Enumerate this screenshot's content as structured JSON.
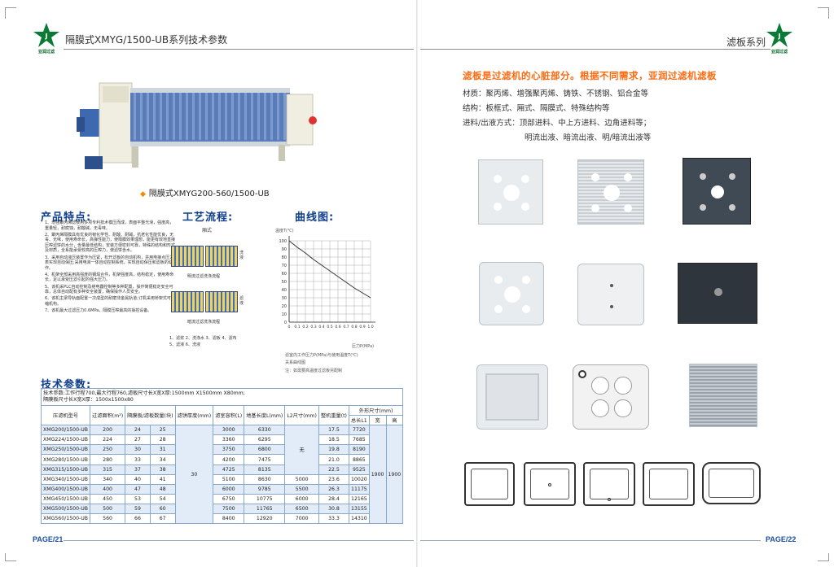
{
  "left_page": {
    "header_title": "隔膜式XMYG/1500-UB系列技术参数",
    "logo_text": "亚润过滤",
    "machine_caption": "隔膜式XMYG200-560/1500-UB",
    "page_number": "PAGE/21"
  },
  "features": {
    "title": "产品特点:",
    "items": [
      "1、增强聚丙烯滤板用多项专利技术模压而成，表面平整光滑，强度高，重量轻，耐腐蚀，耐酸碱，无毒味。",
      "2、聚丙烯隔膜具有优良的韧化学性、耐酸、耐碱，抗老化性能优良，无毒、无味，使用寿命长，高弹性能力，使隔膜效果理想，能更有效地直接压榨滤饼的水分，含量最低结构，安装方便密封可靠，特殊的结构和形式及材质，全系能承受较高的压榨力，使滤饼含水。",
      "3、采用自动液压装置作为压紧，松开滤板的自动机构，并用电接点压力表实现自动保压;采用电液一体自动控制系统，实现自动保压和滤板的动作。",
      "4、机架全部采用高强度的钢焊合件，机架强度高，结构稳定，使用寿命长，足以承受压滤引起的强大压力。",
      "5、该机采PLC自动控制及继电器控制等多种配置，操作简便稳定安全可靠，总体自动配有多种安全装置，确保操作人员安全。",
      "6、该机主梁导轨面配置一次成型的耐磨非金属轨道;订机采用桥架式可伸缩机构。",
      "7、该机最大过滤压力0.6MPa，隔膜压榨最高的操控设备。"
    ]
  },
  "process": {
    "title": "工艺流程:",
    "sub_title": "厢式",
    "label_top": "明流过滤洗涤流程",
    "label_bottom": "暗流过滤洗涤流程",
    "side_labels": [
      "洗液",
      "滤液"
    ],
    "legend_1": "1、滤浆  2、洗涤水  3、滤板 4、滤布",
    "legend_2": "5、滤液  6、洗液"
  },
  "curve": {
    "title": "曲线图:",
    "ylabel": "温度T(℃)",
    "xlabel": "压力P(MPa)",
    "note_1": "滤室内工作压力P(MPa)与使用温度T(℃)",
    "note_2": "关系曲线图",
    "note_3": "注：如需要高温度过滤板另配制"
  },
  "chart_data": {
    "type": "line",
    "ylabel": "温度T(℃)",
    "xlabel": "压力P(MPa)",
    "x": [
      0,
      0.1,
      0.2,
      0.3,
      0.4,
      0.5,
      0.6,
      0.7,
      0.8,
      0.9,
      1.0
    ],
    "x_ticks": [
      "0",
      "0.1",
      "0.2",
      "0.3",
      "0.4",
      "0.5",
      "0.6",
      "0.7",
      "0.8",
      "0.9",
      "1.0"
    ],
    "y_ticks": [
      "0",
      "10",
      "20",
      "30",
      "40",
      "50",
      "60",
      "70",
      "80",
      "90",
      "100"
    ],
    "series": [
      {
        "values": [
          100,
          92,
          85,
          77,
          70,
          63,
          56,
          49,
          42,
          36,
          30
        ]
      }
    ],
    "xlim": [
      0,
      1.0
    ],
    "ylim": [
      0,
      100
    ],
    "grid": true
  },
  "spec": {
    "title": "技术参数:",
    "note_1": "技术参数:工作行程700,最大行程760,滤板尺寸长X宽X厚:1500mm X1500mm X80mm;",
    "note_2": "隔膜板尺寸长X宽X厚：1500x1500x80",
    "headers": {
      "model": "压滤机型号",
      "area": "过滤面积(m²)",
      "plates": "隔膜板/滤板数量(块)",
      "cake": "滤饼厚度(mm)",
      "volume": "滤室容积(L)",
      "length": "地基长度L(mm)",
      "l2": "L2尺寸(mm)",
      "weight": "整机重量(t)",
      "dims": "外形尺寸(mm)",
      "total_length": "总长L1",
      "width": "宽",
      "height": "高"
    },
    "cake_value": "30",
    "l2_none": "无",
    "width_value": "1900",
    "height_value": "1900",
    "rows": [
      {
        "model": "XMG200/1500-UB",
        "area": "200",
        "a": "24",
        "b": "25",
        "vol": "3000",
        "len": "6330",
        "l2": "",
        "wt": "17.5",
        "tl": "7720"
      },
      {
        "model": "XMG224/1500-UB",
        "area": "224",
        "a": "27",
        "b": "28",
        "vol": "3360",
        "len": "6295",
        "l2": "",
        "wt": "18.5",
        "tl": "7685"
      },
      {
        "model": "XMG250/1500-UB",
        "area": "250",
        "a": "30",
        "b": "31",
        "vol": "3750",
        "len": "6800",
        "l2": "",
        "wt": "19.8",
        "tl": "8190"
      },
      {
        "model": "XMG280/1500-UB",
        "area": "280",
        "a": "33",
        "b": "34",
        "vol": "4200",
        "len": "7475",
        "l2": "",
        "wt": "21.0",
        "tl": "8865"
      },
      {
        "model": "XMG315/1500-UB",
        "area": "315",
        "a": "37",
        "b": "38",
        "vol": "4725",
        "len": "8135",
        "l2": "",
        "wt": "22.5",
        "tl": "9525"
      },
      {
        "model": "XMG340/1500-UB",
        "area": "340",
        "a": "40",
        "b": "41",
        "vol": "5100",
        "len": "8630",
        "l2": "5000",
        "wt": "23.6",
        "tl": "10020"
      },
      {
        "model": "XMG400/1500-UB",
        "area": "400",
        "a": "47",
        "b": "48",
        "vol": "6000",
        "len": "9785",
        "l2": "5500",
        "wt": "26.3",
        "tl": "11175"
      },
      {
        "model": "XMG450/1500-UB",
        "area": "450",
        "a": "53",
        "b": "54",
        "vol": "6750",
        "len": "10775",
        "l2": "6000",
        "wt": "28.4",
        "tl": "12165"
      },
      {
        "model": "XMG500/1500-UB",
        "area": "500",
        "a": "59",
        "b": "60",
        "vol": "7500",
        "len": "11765",
        "l2": "6500",
        "wt": "30.8",
        "tl": "13155"
      },
      {
        "model": "XMG560/1500-UB",
        "area": "560",
        "a": "66",
        "b": "67",
        "vol": "8400",
        "len": "12920",
        "l2": "7000",
        "wt": "33.3",
        "tl": "14310"
      }
    ]
  },
  "right_page": {
    "header_title": "滤板系列",
    "logo_text": "亚润过滤",
    "slogan": "滤板是过滤机的心脏部分。根据不同需求，亚润过滤机滤板",
    "material": "材质：聚丙烯、增强聚丙烯、铸铁、不锈钢、铝合金等",
    "structure": "结构：板框式、厢式、隔膜式、特殊结构等",
    "inlet": "进料/出液方式：顶部进料、中上方进料、边角进料等；",
    "outlet": "明流出液、暗流出液、明/暗流出液等",
    "page_number": "PAGE/22"
  },
  "colors": {
    "slogan": "#ff6a10",
    "section_title": "#0f3e8a",
    "logo_green": "#0a6b2c",
    "table_band": "#e1ecf8"
  }
}
